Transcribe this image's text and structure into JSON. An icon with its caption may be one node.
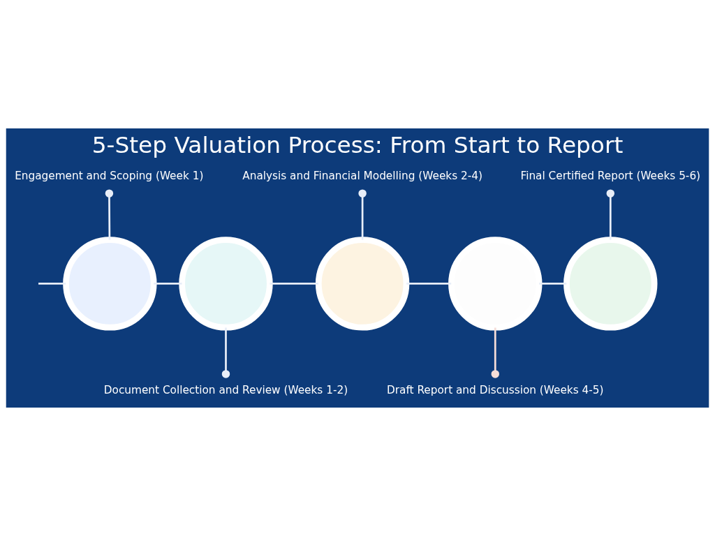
{
  "diagram": {
    "title": "5-Step Valuation Process: From Start to Report",
    "nodes": [
      {
        "text": [
          "Engagement and Scoping (Week 1)"
        ]
      },
      {
        "text": [
          "Analysis and Financial Modelling (Weeks 2-4)"
        ]
      },
      {
        "text": [
          "Final Certified Report (Weeks 5-6)"
        ]
      },
      {
        "text": [],
        "shape": "circle"
      },
      {
        "text": [],
        "shape": "circle"
      },
      {
        "text": [],
        "shape": "circle"
      },
      {
        "text": [],
        "shape": "circle"
      },
      {
        "text": [],
        "shape": "circle"
      },
      {
        "text": [
          "Document Collection and Review (Weeks 1-2)"
        ]
      },
      {
        "text": [
          "Draft Report and Discussion (Weeks 4-5)"
        ]
      }
    ],
    "edges": [
      {
        "from": null,
        "to": 3,
        "arrow": "none"
      },
      {
        "from": 3,
        "to": 4,
        "arrow": "none"
      },
      {
        "from": 4,
        "to": 5,
        "arrow": "none"
      },
      {
        "from": 5,
        "to": 6,
        "arrow": "none"
      },
      {
        "from": 6,
        "to": 7,
        "arrow": "none"
      },
      {
        "from": 0,
        "to": 3,
        "arrow": "other"
      },
      {
        "from": 8,
        "to": 4,
        "arrow": "other"
      },
      {
        "from": 1,
        "to": 5,
        "arrow": "other"
      },
      {
        "from": 9,
        "to": 6,
        "arrow": "other",
        "color": "#f5ddd8"
      },
      {
        "from": 2,
        "to": 7,
        "arrow": "other"
      }
    ]
  }
}
